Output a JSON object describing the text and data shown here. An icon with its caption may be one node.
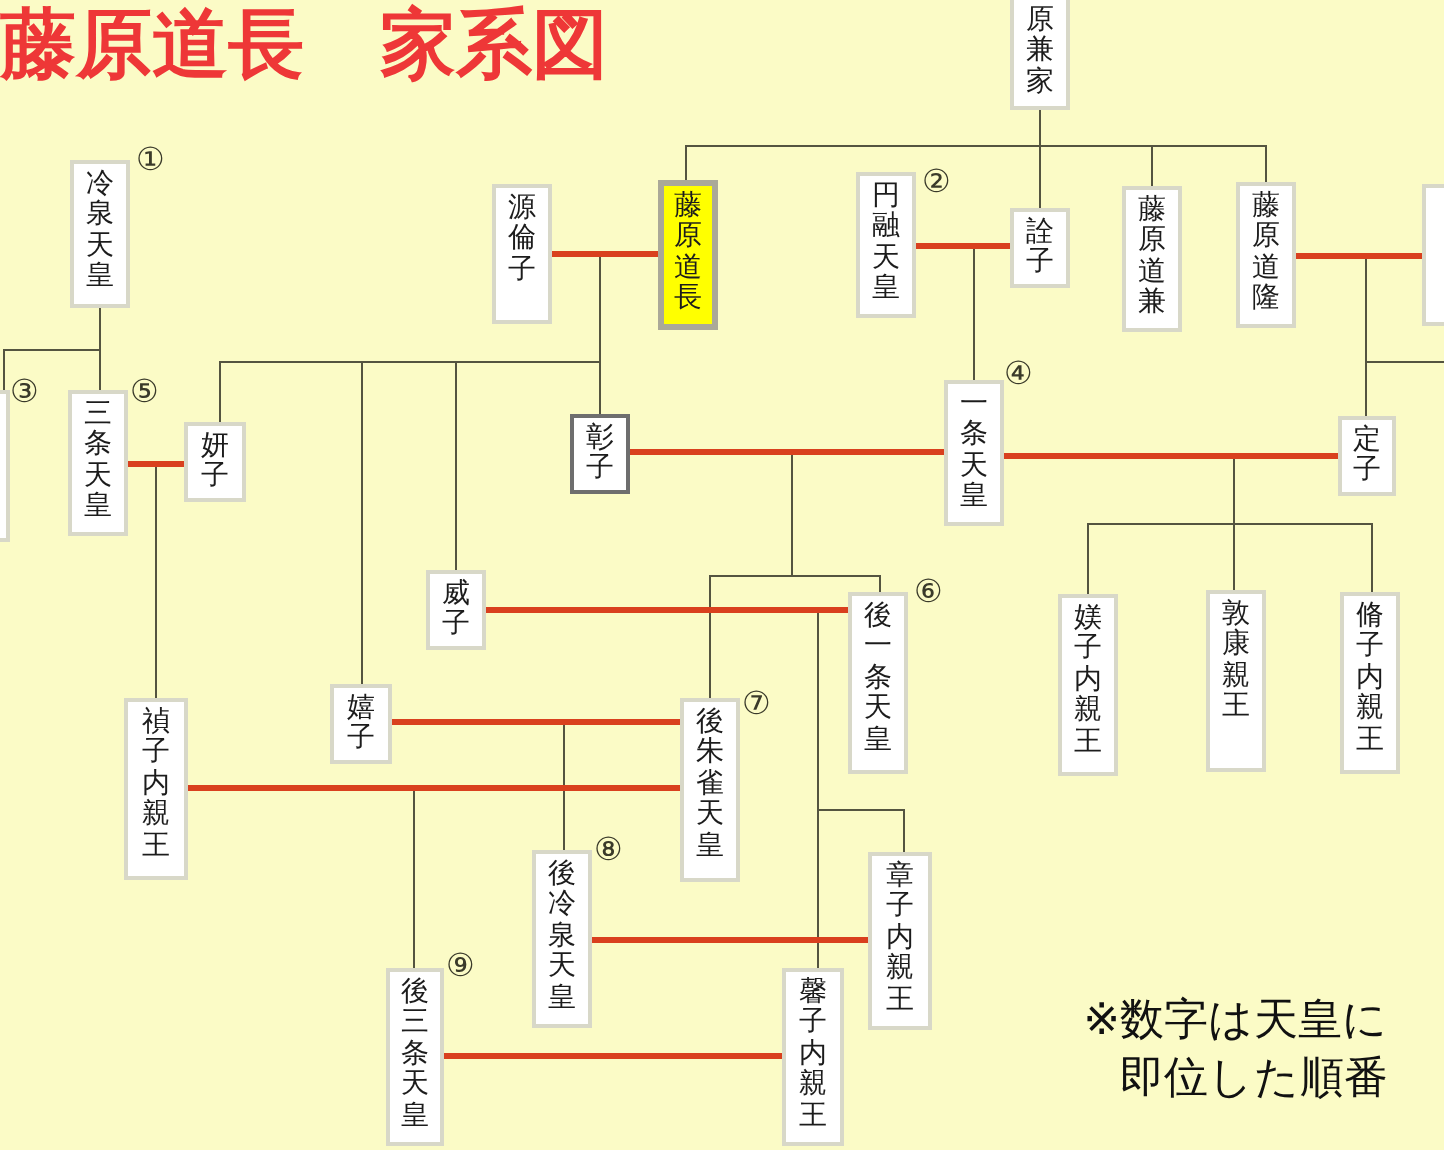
{
  "diagram": {
    "title": "藤原道長　家系図",
    "nodes": [
      {
        "text": [
          "原兼家"
        ]
      },
      {
        "text": [
          "冷泉天皇"
        ],
        "beside": [
          "①"
        ]
      },
      {
        "text": [
          "源倫子"
        ]
      },
      {
        "text": [
          "藤原道長"
        ]
      },
      {
        "text": [
          "円融天皇"
        ],
        "beside": [
          "②"
        ]
      },
      {
        "text": [
          "詮子"
        ]
      },
      {
        "text": [
          "藤原道兼"
        ]
      },
      {
        "text": [
          "藤原道隆"
        ]
      },
      {
        "text": [],
        "shape": "box"
      },
      {
        "text": [],
        "shape": "box",
        "beside": [
          "③"
        ]
      },
      {
        "text": [
          "三条天皇"
        ],
        "beside": [
          "⑤"
        ]
      },
      {
        "text": [
          "妍子"
        ]
      },
      {
        "text": [
          "彰子"
        ]
      },
      {
        "text": [
          "一条天皇"
        ],
        "beside": [
          "④"
        ]
      },
      {
        "text": [
          "定子"
        ]
      },
      {
        "text": [
          "威子"
        ]
      },
      {
        "text": [
          "後一条天皇"
        ],
        "beside": [
          "⑥"
        ]
      },
      {
        "text": [
          "媄子内親王"
        ]
      },
      {
        "text": [
          "敦康親王"
        ]
      },
      {
        "text": [
          "脩子内親王"
        ]
      },
      {
        "text": [
          "禎子内親王"
        ]
      },
      {
        "text": [
          "嬉子"
        ]
      },
      {
        "text": [
          "後朱雀天皇"
        ],
        "beside": [
          "⑦"
        ]
      },
      {
        "text": [
          "後冷泉天皇"
        ],
        "beside": [
          "⑧"
        ]
      },
      {
        "text": [
          "章子内親王"
        ]
      },
      {
        "text": [
          "後三条天皇"
        ],
        "beside": [
          "⑨"
        ]
      },
      {
        "text": [
          "馨子内親王"
        ]
      }
    ],
    "edges": [
      {
        "from": 0,
        "to": 3,
        "arrow": "none"
      },
      {
        "from": 0,
        "to": 5,
        "arrow": "none"
      },
      {
        "from": 0,
        "to": 6,
        "arrow": "none"
      },
      {
        "from": 0,
        "to": 7,
        "arrow": "none"
      },
      {
        "from": 2,
        "to": 3,
        "arrow": "none",
        "style": "thick",
        "color": "#d9401e"
      },
      {
        "from": 4,
        "to": 5,
        "arrow": "none",
        "style": "thick",
        "color": "#d9401e"
      },
      {
        "from": 7,
        "to": 8,
        "arrow": "none",
        "style": "thick",
        "color": "#d9401e"
      },
      {
        "from": 1,
        "to": 9,
        "arrow": "none"
      },
      {
        "from": 1,
        "to": 10,
        "arrow": "none"
      },
      {
        "from": null,
        "to": 11,
        "arrow": "none"
      },
      {
        "from": null,
        "to": 21,
        "arrow": "none"
      },
      {
        "from": null,
        "to": 15,
        "arrow": "none"
      },
      {
        "from": null,
        "to": 12,
        "arrow": "none"
      },
      {
        "from": null,
        "to": 13,
        "arrow": "none"
      },
      {
        "from": null,
        "to": 14,
        "arrow": "none"
      },
      {
        "from": 10,
        "to": 11,
        "arrow": "none",
        "style": "thick",
        "color": "#d9401e"
      },
      {
        "from": 12,
        "to": 13,
        "arrow": "none",
        "style": "thick",
        "color": "#d9401e"
      },
      {
        "from": 13,
        "to": 14,
        "arrow": "none",
        "style": "thick",
        "color": "#d9401e"
      },
      {
        "from": null,
        "to": 20,
        "arrow": "none"
      },
      {
        "from": null,
        "to": 22,
        "arrow": "none"
      },
      {
        "from": null,
        "to": 16,
        "arrow": "none"
      },
      {
        "from": null,
        "to": 17,
        "arrow": "none"
      },
      {
        "from": null,
        "to": 18,
        "arrow": "none"
      },
      {
        "from": null,
        "to": 19,
        "arrow": "none"
      },
      {
        "from": 15,
        "to": 16,
        "arrow": "none",
        "style": "thick",
        "color": "#d9401e"
      },
      {
        "from": null,
        "to": 24,
        "arrow": "none"
      },
      {
        "from": null,
        "to": 26,
        "arrow": "none"
      },
      {
        "from": 21,
        "to": 22,
        "arrow": "none",
        "style": "thick",
        "color": "#d9401e"
      },
      {
        "from": 20,
        "to": 22,
        "arrow": "none",
        "style": "thick",
        "color": "#d9401e"
      },
      {
        "from": null,
        "to": 23,
        "arrow": "none"
      },
      {
        "from": null,
        "to": 25,
        "arrow": "none"
      },
      {
        "from": 23,
        "to": 24,
        "arrow": "none",
        "style": "thick",
        "color": "#d9401e"
      },
      {
        "from": 25,
        "to": 26,
        "arrow": "none",
        "style": "thick",
        "color": "#d9401e"
      }
    ],
    "labels": [
      "※数字は天皇に即位した順番"
    ]
  }
}
